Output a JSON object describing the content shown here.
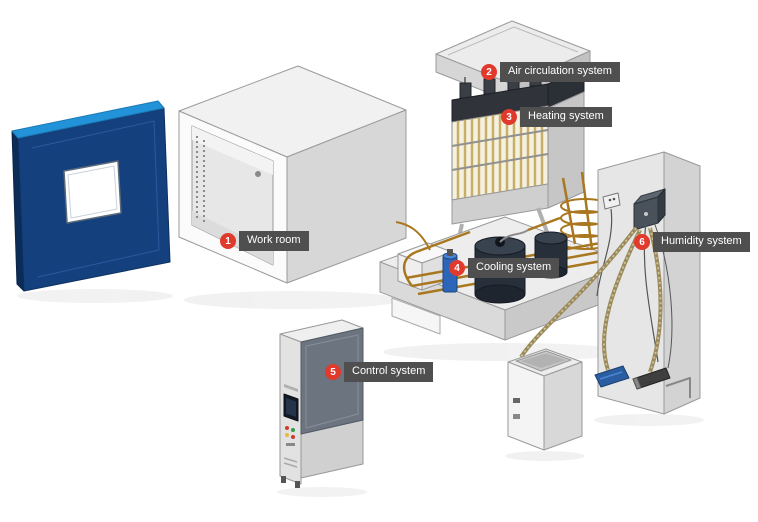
{
  "colors": {
    "background": "#ffffff",
    "badge_red": "#e03a2d",
    "label_bg": "#4f4f4f",
    "label_text": "#ffffff",
    "door_blue": "#14407d",
    "door_blue_highlight": "#2293d8",
    "copper_pipe": "#a8771f",
    "panel_gray": "#e8e8e8",
    "dark_metal": "#272f3a"
  },
  "callouts": [
    {
      "num": "1",
      "label": "Work room"
    },
    {
      "num": "2",
      "label": "Air circulation system"
    },
    {
      "num": "3",
      "label": "Heating system"
    },
    {
      "num": "4",
      "label": "Cooling system"
    },
    {
      "num": "5",
      "label": "Control system"
    },
    {
      "num": "6",
      "label": "Humidity system"
    }
  ]
}
